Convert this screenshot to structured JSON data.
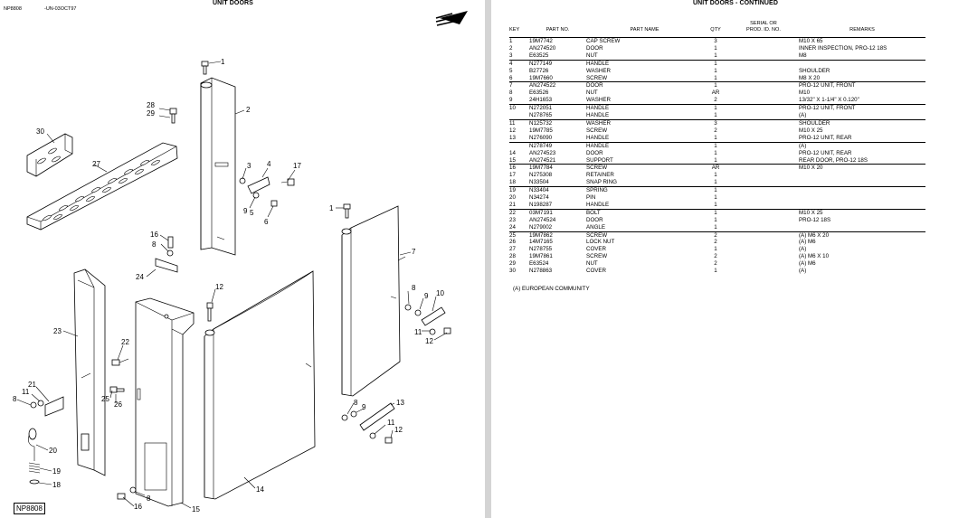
{
  "left_page": {
    "doc_id": "NP8808",
    "date_code": "-UN-03OCT97",
    "title": "UNIT DOORS",
    "figure_label": "NP8808"
  },
  "right_page": {
    "title": "UNIT DOORS - CONTINUED",
    "columns": {
      "key": "KEY",
      "part_no": "PART NO.",
      "part_name": "PART NAME",
      "qty": "QTY",
      "serial_line1": "SERIAL OR",
      "serial_line2": "PROD. ID. NO.",
      "remarks": "REMARKS"
    },
    "rows": [
      {
        "key": "1",
        "part_no": "19M7742",
        "name": "CAP SCREW",
        "qty": "3",
        "remarks": "M10 X 65"
      },
      {
        "key": "2",
        "part_no": "AN274520",
        "name": "DOOR",
        "qty": "1",
        "remarks": "INNER INSPECTION, PRO-12 18S"
      },
      {
        "key": "3",
        "part_no": "E63525",
        "name": "NUT",
        "qty": "1",
        "remarks": "M8"
      },
      {
        "key": "4",
        "part_no": "N277149",
        "name": "HANDLE",
        "qty": "1",
        "remarks": ""
      },
      {
        "key": "5",
        "part_no": "B27726",
        "name": "WASHER",
        "qty": "1",
        "remarks": "SHOULDER"
      },
      {
        "key": "6",
        "part_no": "19M7660",
        "name": "SCREW",
        "qty": "1",
        "remarks": "M8 X 20"
      },
      {
        "key": "7",
        "part_no": "AN274522",
        "name": "DOOR",
        "qty": "1",
        "remarks": "PRO-12 UNIT, FRONT"
      },
      {
        "key": "8",
        "part_no": "E63526",
        "name": "NUT",
        "qty": "AR",
        "remarks": "M10"
      },
      {
        "key": "9",
        "part_no": "24H1653",
        "name": "WASHER",
        "qty": "2",
        "remarks": "13/32\" X 1-1/4\" X 0.120\""
      },
      {
        "key": "10",
        "part_no": "N272051",
        "name": "HANDLE",
        "qty": "1",
        "remarks": "PRO-12 UNIT, FRONT"
      },
      {
        "key": "",
        "part_no": "N278765",
        "name": "HANDLE",
        "qty": "1",
        "remarks": "(A)"
      },
      {
        "key": "11",
        "part_no": "N125732",
        "name": "WASHER",
        "qty": "3",
        "remarks": "SHOULDER"
      },
      {
        "key": "12",
        "part_no": "19M7785",
        "name": "SCREW",
        "qty": "2",
        "remarks": "M10 X 25"
      },
      {
        "key": "13",
        "part_no": "N276090",
        "name": "HANDLE",
        "qty": "1",
        "remarks": "PRO-12 UNIT, REAR"
      },
      {
        "key": "",
        "part_no": "N278749",
        "name": "HANDLE",
        "qty": "1",
        "remarks": "(A)"
      },
      {
        "key": "14",
        "part_no": "AN274523",
        "name": "DOOR",
        "qty": "1",
        "remarks": "PRO-12 UNIT, REAR"
      },
      {
        "key": "15",
        "part_no": "AN274521",
        "name": "SUPPORT",
        "qty": "1",
        "remarks": "REAR DOOR, PRO-12 18S"
      },
      {
        "key": "16",
        "part_no": "19M7784",
        "name": "SCREW",
        "qty": "AR",
        "remarks": "M10 X 20"
      },
      {
        "key": "17",
        "part_no": "N275308",
        "name": "RETAINER",
        "qty": "1",
        "remarks": ""
      },
      {
        "key": "18",
        "part_no": "N33504",
        "name": "SNAP RING",
        "qty": "1",
        "remarks": ""
      },
      {
        "key": "19",
        "part_no": "N33404",
        "name": "SPRING",
        "qty": "1",
        "remarks": ""
      },
      {
        "key": "20",
        "part_no": "N34274",
        "name": "PIN",
        "qty": "1",
        "remarks": ""
      },
      {
        "key": "21",
        "part_no": "N198287",
        "name": "HANDLE",
        "qty": "1",
        "remarks": ""
      },
      {
        "key": "22",
        "part_no": "03M7191",
        "name": "BOLT",
        "qty": "1",
        "remarks": "M10 X 25"
      },
      {
        "key": "23",
        "part_no": "AN274524",
        "name": "DOOR",
        "qty": "1",
        "remarks": "PRO-12 18S"
      },
      {
        "key": "24",
        "part_no": "N279002",
        "name": "ANGLE",
        "qty": "1",
        "remarks": ""
      },
      {
        "key": "25",
        "part_no": "19M7862",
        "name": "SCREW",
        "qty": "2",
        "remarks": "(A) M6 X 20"
      },
      {
        "key": "26",
        "part_no": "14M7165",
        "name": "LOCK NUT",
        "qty": "2",
        "remarks": "(A) M6"
      },
      {
        "key": "27",
        "part_no": "N278755",
        "name": "COVER",
        "qty": "1",
        "remarks": "(A)"
      },
      {
        "key": "28",
        "part_no": "19M7861",
        "name": "SCREW",
        "qty": "2",
        "remarks": "(A) M6 X 10"
      },
      {
        "key": "29",
        "part_no": "E63524",
        "name": "NUT",
        "qty": "2",
        "remarks": "(A) M6"
      },
      {
        "key": "30",
        "part_no": "N278863",
        "name": "COVER",
        "qty": "1",
        "remarks": "(A)"
      }
    ],
    "footnote": "(A) EUROPEAN COMMUNITY"
  },
  "callouts": [
    {
      "id": "c1a",
      "text": "1"
    },
    {
      "id": "c2",
      "text": "2"
    },
    {
      "id": "c28",
      "text": "28"
    },
    {
      "id": "c29",
      "text": "29"
    },
    {
      "id": "c30",
      "text": "30"
    },
    {
      "id": "c27",
      "text": "27"
    },
    {
      "id": "c3",
      "text": "3"
    },
    {
      "id": "c4",
      "text": "4"
    },
    {
      "id": "c17",
      "text": "17"
    },
    {
      "id": "c9a",
      "text": "9"
    },
    {
      "id": "c5",
      "text": "5"
    },
    {
      "id": "c6",
      "text": "6"
    },
    {
      "id": "c1b",
      "text": "1"
    },
    {
      "id": "c7",
      "text": "7"
    },
    {
      "id": "c16a",
      "text": "16"
    },
    {
      "id": "c8a",
      "text": "8"
    },
    {
      "id": "c24",
      "text": "24"
    },
    {
      "id": "c12a",
      "text": "12"
    },
    {
      "id": "c8b",
      "text": "8"
    },
    {
      "id": "c9b",
      "text": "9"
    },
    {
      "id": "c10",
      "text": "10"
    },
    {
      "id": "c11a",
      "text": "11"
    },
    {
      "id": "c12b",
      "text": "12"
    },
    {
      "id": "c23",
      "text": "23"
    },
    {
      "id": "c22",
      "text": "22"
    },
    {
      "id": "c21",
      "text": "21"
    },
    {
      "id": "c11b",
      "text": "11"
    },
    {
      "id": "c8c",
      "text": "8"
    },
    {
      "id": "c25",
      "text": "25"
    },
    {
      "id": "c26",
      "text": "26"
    },
    {
      "id": "c8d",
      "text": "8"
    },
    {
      "id": "c9c",
      "text": "9"
    },
    {
      "id": "c13",
      "text": "13"
    },
    {
      "id": "c11c",
      "text": "11"
    },
    {
      "id": "c12c",
      "text": "12"
    },
    {
      "id": "c20",
      "text": "20"
    },
    {
      "id": "c19",
      "text": "19"
    },
    {
      "id": "c18",
      "text": "18"
    },
    {
      "id": "c14",
      "text": "14"
    },
    {
      "id": "c8e",
      "text": "8"
    },
    {
      "id": "c16b",
      "text": "16"
    },
    {
      "id": "c15",
      "text": "15"
    }
  ]
}
